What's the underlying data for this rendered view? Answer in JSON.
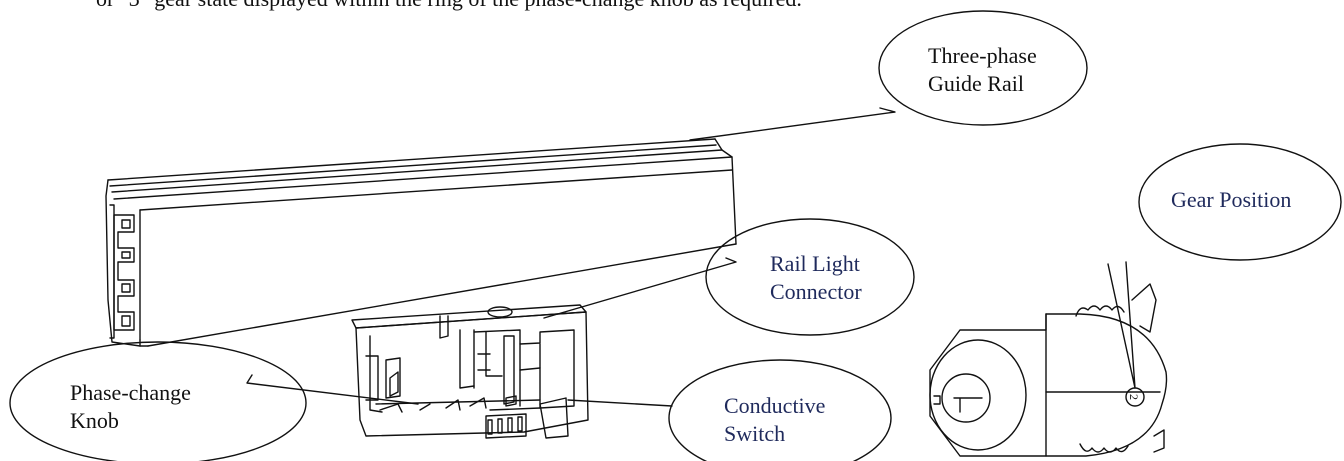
{
  "caption": "or \"3\" gear state displayed within the ring of the phase-change knob as required.",
  "callouts": {
    "guide_rail": {
      "line1": "Three-phase",
      "line2": "Guide Rail"
    },
    "gear_position": {
      "line1": "Gear Position"
    },
    "connector": {
      "line1": "Rail Light",
      "line2": "Connector"
    },
    "phase_knob": {
      "line1": "Phase-change",
      "line2": "Knob"
    },
    "conductive_switch": {
      "line1": "Conductive",
      "line2": "Switch"
    }
  },
  "gear_mark": "2",
  "colors": {
    "stroke": "#111111",
    "label_black": "#111111",
    "label_navy": "#1f2a5c"
  }
}
